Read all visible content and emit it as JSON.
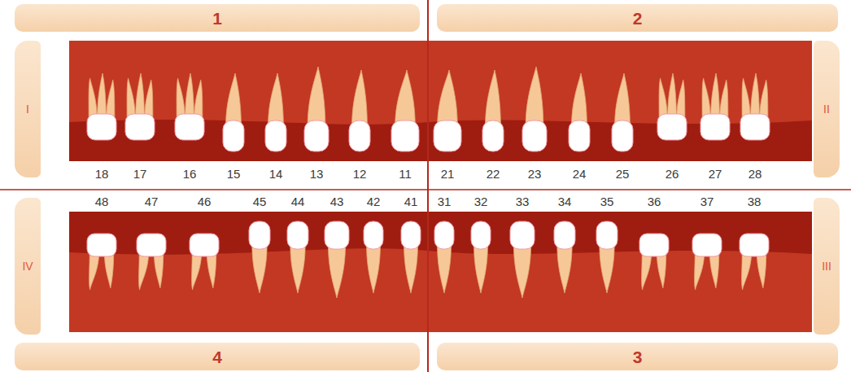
{
  "diagram": {
    "nodes": [
      {
        "text": [
          "1"
        ]
      },
      {
        "text": [
          "2"
        ]
      },
      {
        "text": [
          "I"
        ]
      },
      {
        "text": [
          "II"
        ]
      },
      {
        "text": [
          "IV"
        ]
      },
      {
        "text": [
          "III"
        ]
      },
      {
        "text": [
          "4"
        ]
      },
      {
        "text": [
          "3"
        ]
      }
    ],
    "labels": [
      "18",
      "17",
      "16",
      "15",
      "14",
      "13",
      "12",
      "11",
      "21",
      "22",
      "23",
      "24",
      "25",
      "26",
      "27",
      "28",
      "48",
      "47",
      "46",
      "45",
      "44",
      "43",
      "42",
      "41",
      "31",
      "32",
      "33",
      "34",
      "35",
      "36",
      "37",
      "38"
    ]
  }
}
